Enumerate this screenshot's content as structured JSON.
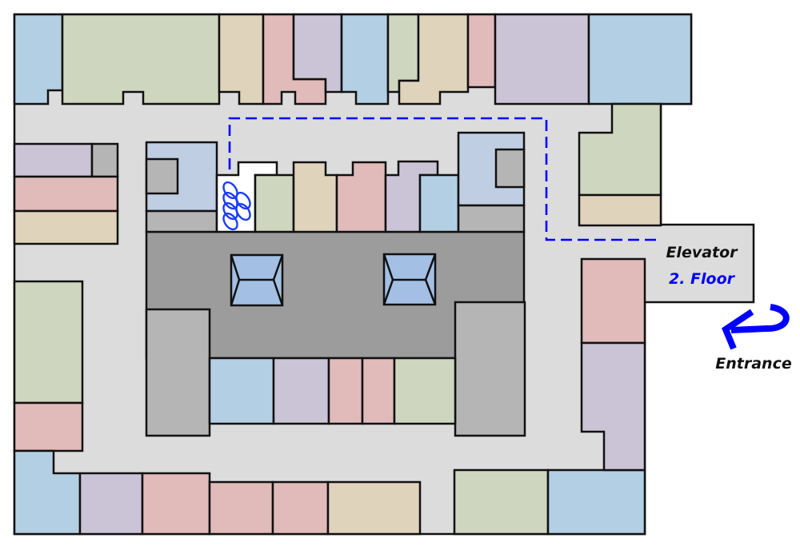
{
  "map": {
    "elevator_label": "Elevator",
    "floor_label": "2. Floor",
    "entrance_label": "Entrance",
    "icons": [
      "stairs-icon",
      "entrance-arrow-icon",
      "skylight-icon"
    ]
  },
  "colors": {
    "corridor": "#dcdcdc",
    "blue": "#b3cfe3",
    "green": "#cfd6bf",
    "tan": "#e0d3bc",
    "pink": "#e1baba",
    "lavender": "#cbc4d6",
    "light_blue": "#bfcee3",
    "gray": "#b5b5b5",
    "dark_gray": "#9c9c9c",
    "skylight": "#a3bfe3",
    "route": "#0000ff"
  }
}
